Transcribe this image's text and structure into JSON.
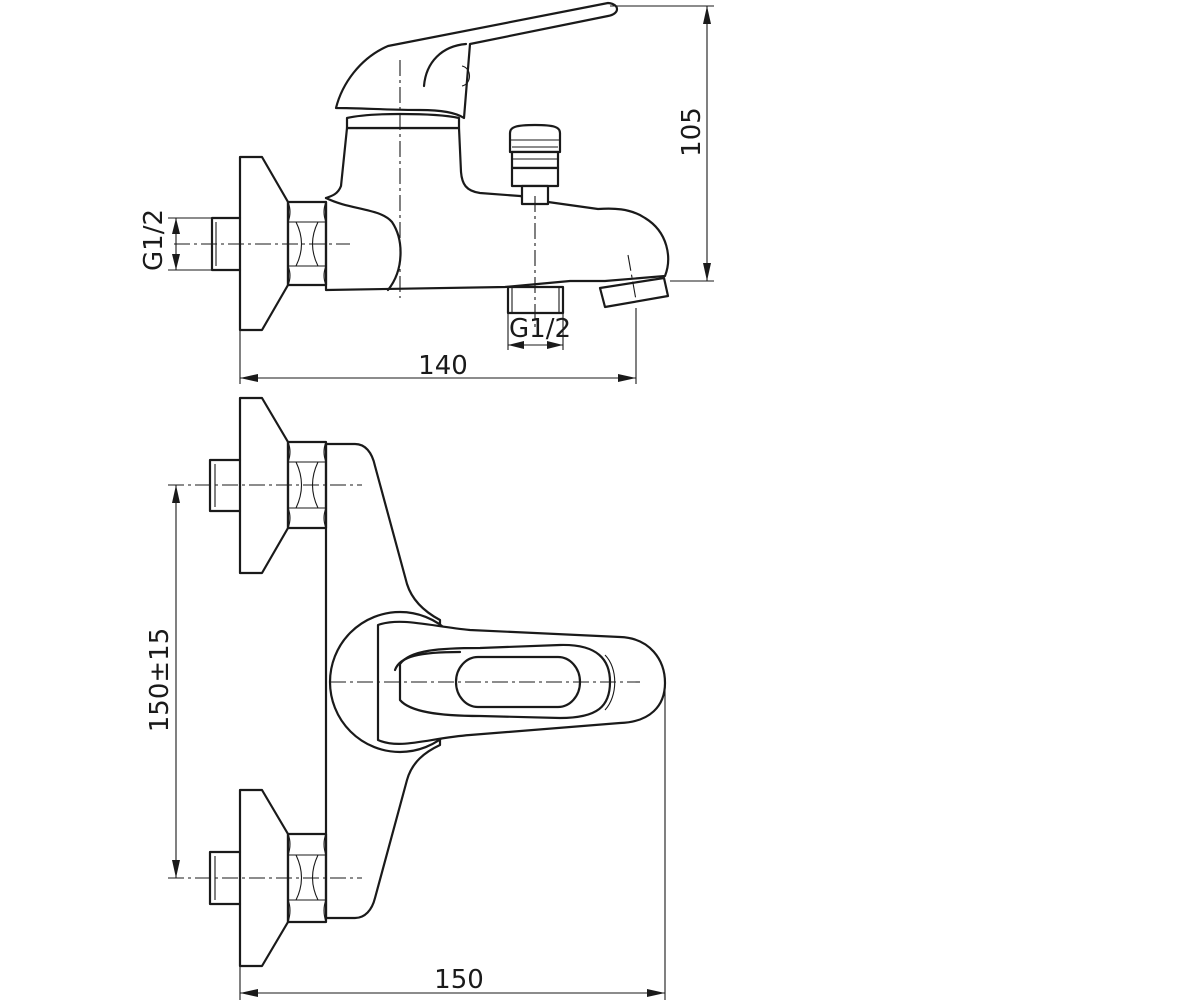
{
  "dimensions": {
    "height": "105",
    "inlet_thread_side": "G1/2",
    "outlet_thread": "G1/2",
    "length_side": "140",
    "spacing": "150±15",
    "length_top": "150"
  },
  "colors": {
    "line": "#1a1a1a",
    "background": "#ffffff"
  }
}
